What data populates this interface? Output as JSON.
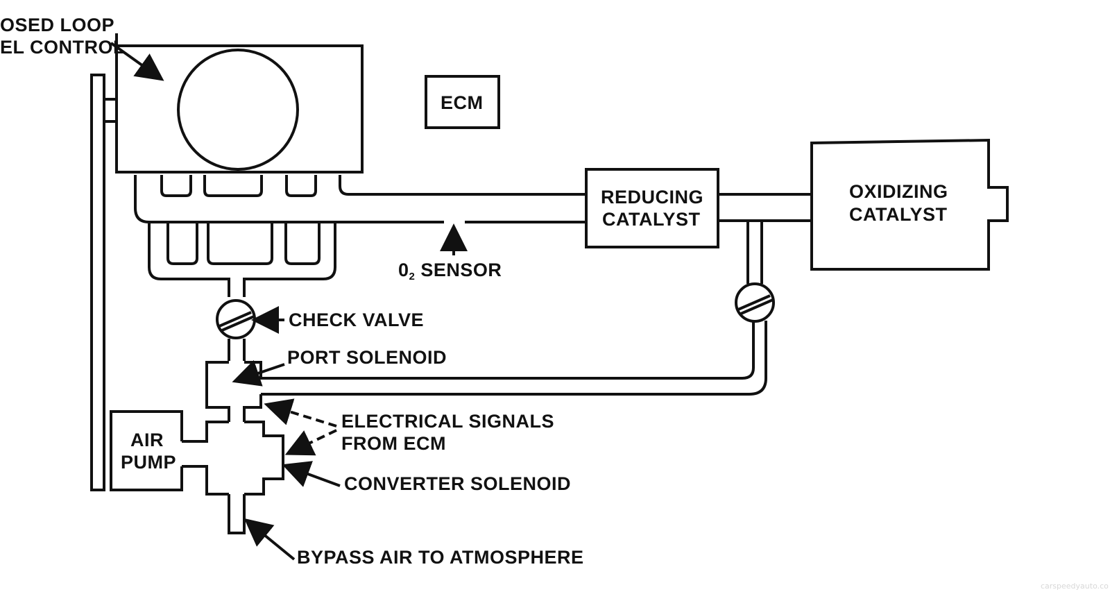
{
  "labels": {
    "closed_loop_line1": "OSED LOOP",
    "closed_loop_line2": "EL CONTROL",
    "ecm": "ECM",
    "reducing_line1": "REDUCING",
    "reducing_line2": "CATALYST",
    "oxidizing_line1": "OXIDIZING",
    "oxidizing_line2": "CATALYST",
    "o2_prefix": "0",
    "o2_subscript": "2",
    "o2_suffix": " SENSOR",
    "check_valve": "CHECK VALVE",
    "port_solenoid": "PORT SOLENOID",
    "electrical_line1": "ELECTRICAL SIGNALS",
    "electrical_line2": "FROM ECM",
    "air_pump_line1": "AIR",
    "air_pump_line2": "PUMP",
    "converter_solenoid": "CONVERTER SOLENOID",
    "bypass": "BYPASS AIR TO ATMOSPHERE",
    "watermark": "carspeedyauto.co"
  }
}
